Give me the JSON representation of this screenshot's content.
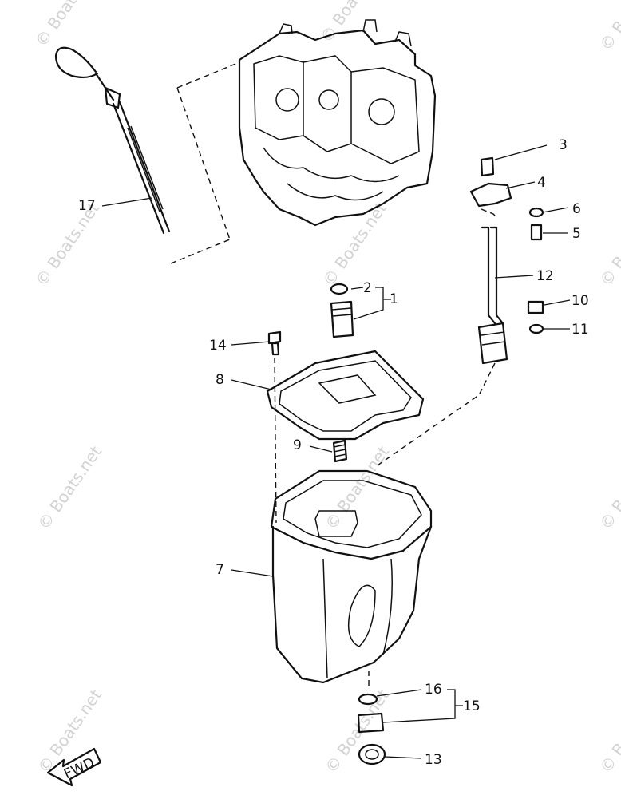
{
  "watermark": "© Boats.net",
  "fwd_label": "FWD",
  "callouts": {
    "c1": "1",
    "c2": "2",
    "c3": "3",
    "c4": "4",
    "c5": "5",
    "c6": "6",
    "c7": "7",
    "c8": "8",
    "c9": "9",
    "c10": "10",
    "c11": "11",
    "c12": "12",
    "c13": "13",
    "c14": "14",
    "c15": "15",
    "c16": "16",
    "c17": "17"
  }
}
